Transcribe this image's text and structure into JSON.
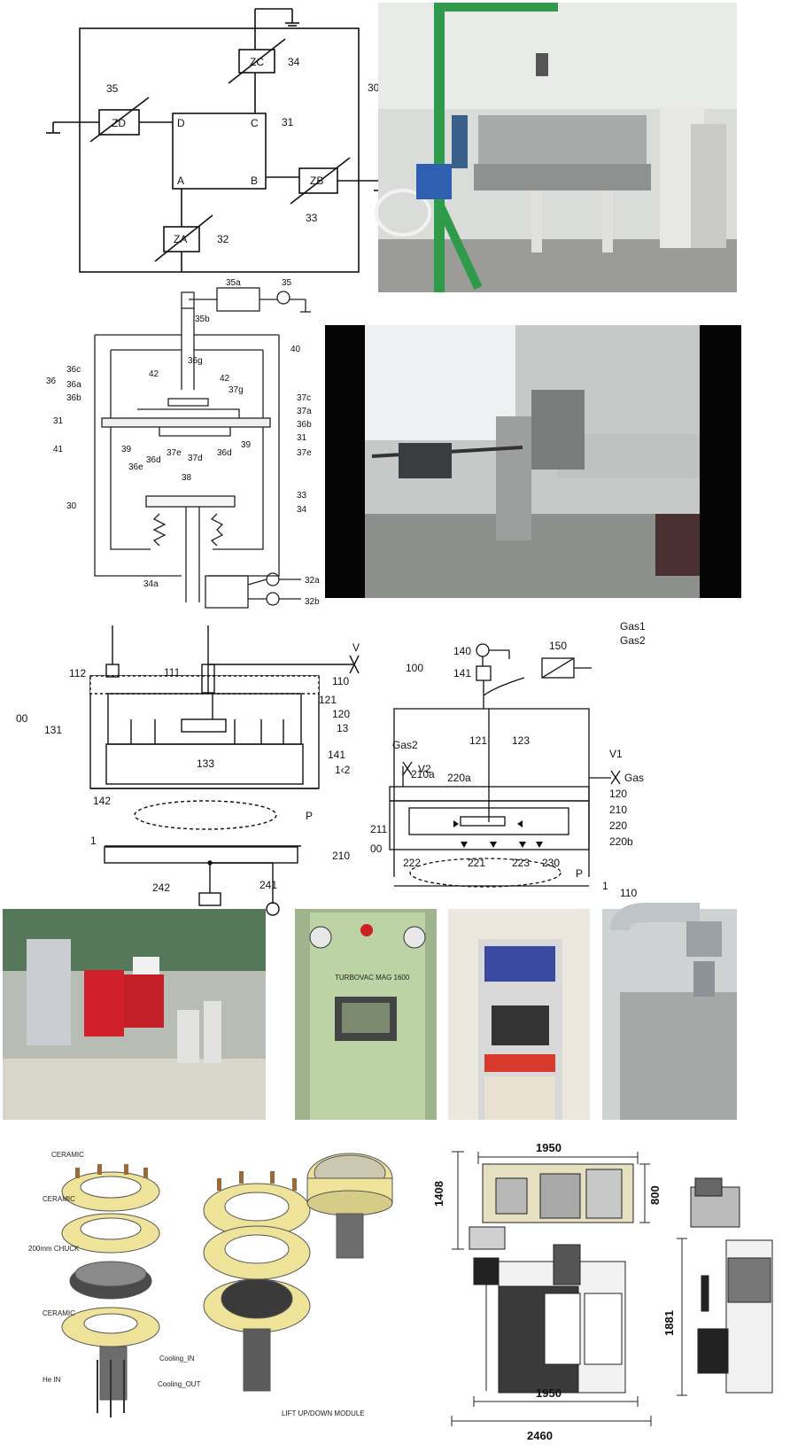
{
  "impedance_diagram": {
    "ref_box": "30",
    "core": "31",
    "core_corners": {
      "d": "D",
      "c": "C",
      "a": "A",
      "b": "B"
    },
    "impedances": [
      {
        "name": "ZD",
        "ref": "35"
      },
      {
        "name": "ZC",
        "ref": "34"
      },
      {
        "name": "ZB",
        "ref": "33"
      },
      {
        "name": "ZA",
        "ref": "32"
      }
    ]
  },
  "chamber_section_diagram": {
    "labels": {
      "l35a": "35a",
      "l35": "35",
      "l35b": "35b",
      "l40": "40",
      "l36": "36",
      "l36c": "36c",
      "l36a": "36a",
      "l36b": "36b",
      "l31_left": "31",
      "l41": "41",
      "l36g": "36g",
      "l42_left": "42",
      "l42_right": "42",
      "l37g": "37g",
      "l37c": "37c",
      "l37a": "37a",
      "l36b_right": "36b",
      "l31_right": "31",
      "l39_left": "39",
      "l39_right": "39",
      "l36e": "36e",
      "l36d_left": "36d",
      "l37e_center": "37e",
      "l37d": "37d",
      "l36d_right": "36d",
      "l37e_right": "37e",
      "l38": "38",
      "l30": "30",
      "l33": "33",
      "l34": "34",
      "l34a": "34a",
      "l32a": "32a",
      "l32b": "32b"
    }
  },
  "plasma_section_left": {
    "labels": {
      "l00": "00",
      "l112": "112",
      "l111": "111",
      "lv": "V",
      "l110": "110",
      "l121": "121",
      "l120": "120",
      "l13": "13",
      "l131": "131",
      "l133": "133",
      "l141": "141",
      "l142_right": "1‹2",
      "l142": "142",
      "lp": "P",
      "l1": "1",
      "l210": "210",
      "l241": "241",
      "l242": "242"
    }
  },
  "plasma_section_right": {
    "legend": {
      "gas1": "Gas1",
      "gas2": "Gas2"
    },
    "labels": {
      "l150": "150",
      "l140": "140",
      "l141": "141",
      "l100": "100",
      "lgas2": "Gas2",
      "lv2": "V2",
      "l121": "121",
      "l123": "123",
      "lv1": "V1",
      "lgas": "Gas",
      "l210a": "210a",
      "l220a": "220a",
      "l120": "120",
      "l210": "210",
      "l220": "220",
      "l211": "211",
      "l220b": "220b",
      "l00": "00",
      "l222": "222",
      "l221": "221",
      "l223": "223",
      "l230": "230",
      "lp": "P",
      "l1": "1",
      "l110": "110"
    }
  },
  "photos": {
    "cabinet_text": "TURBOVAC MAG 1600"
  },
  "chuck_exploded": {
    "labels": {
      "ceramic_1": "CERAMIC",
      "ceramic_2": "CERAMIC",
      "chuck": "200mm CHUCK",
      "ceramic_3": "CERAMIC",
      "cooling_in": "Cooling_IN",
      "he_in": "He IN",
      "cooling_out": "Cooling_OUT",
      "lift_module": "LIFT UP/DOWN MODULE"
    }
  },
  "layout_drawing": {
    "dims": {
      "width_top": "1950",
      "height_left": "1408",
      "depth_right": "800",
      "height_front": "1881",
      "width_front": "1950",
      "overall": "2460"
    }
  },
  "colors": {
    "ceramic": "#efe39a",
    "chuck": "#4a4a4a",
    "equipment_green": "#2e9a4a",
    "cabinet_green": "#bcd3a5",
    "cabinet_white": "#e4e4e4"
  }
}
